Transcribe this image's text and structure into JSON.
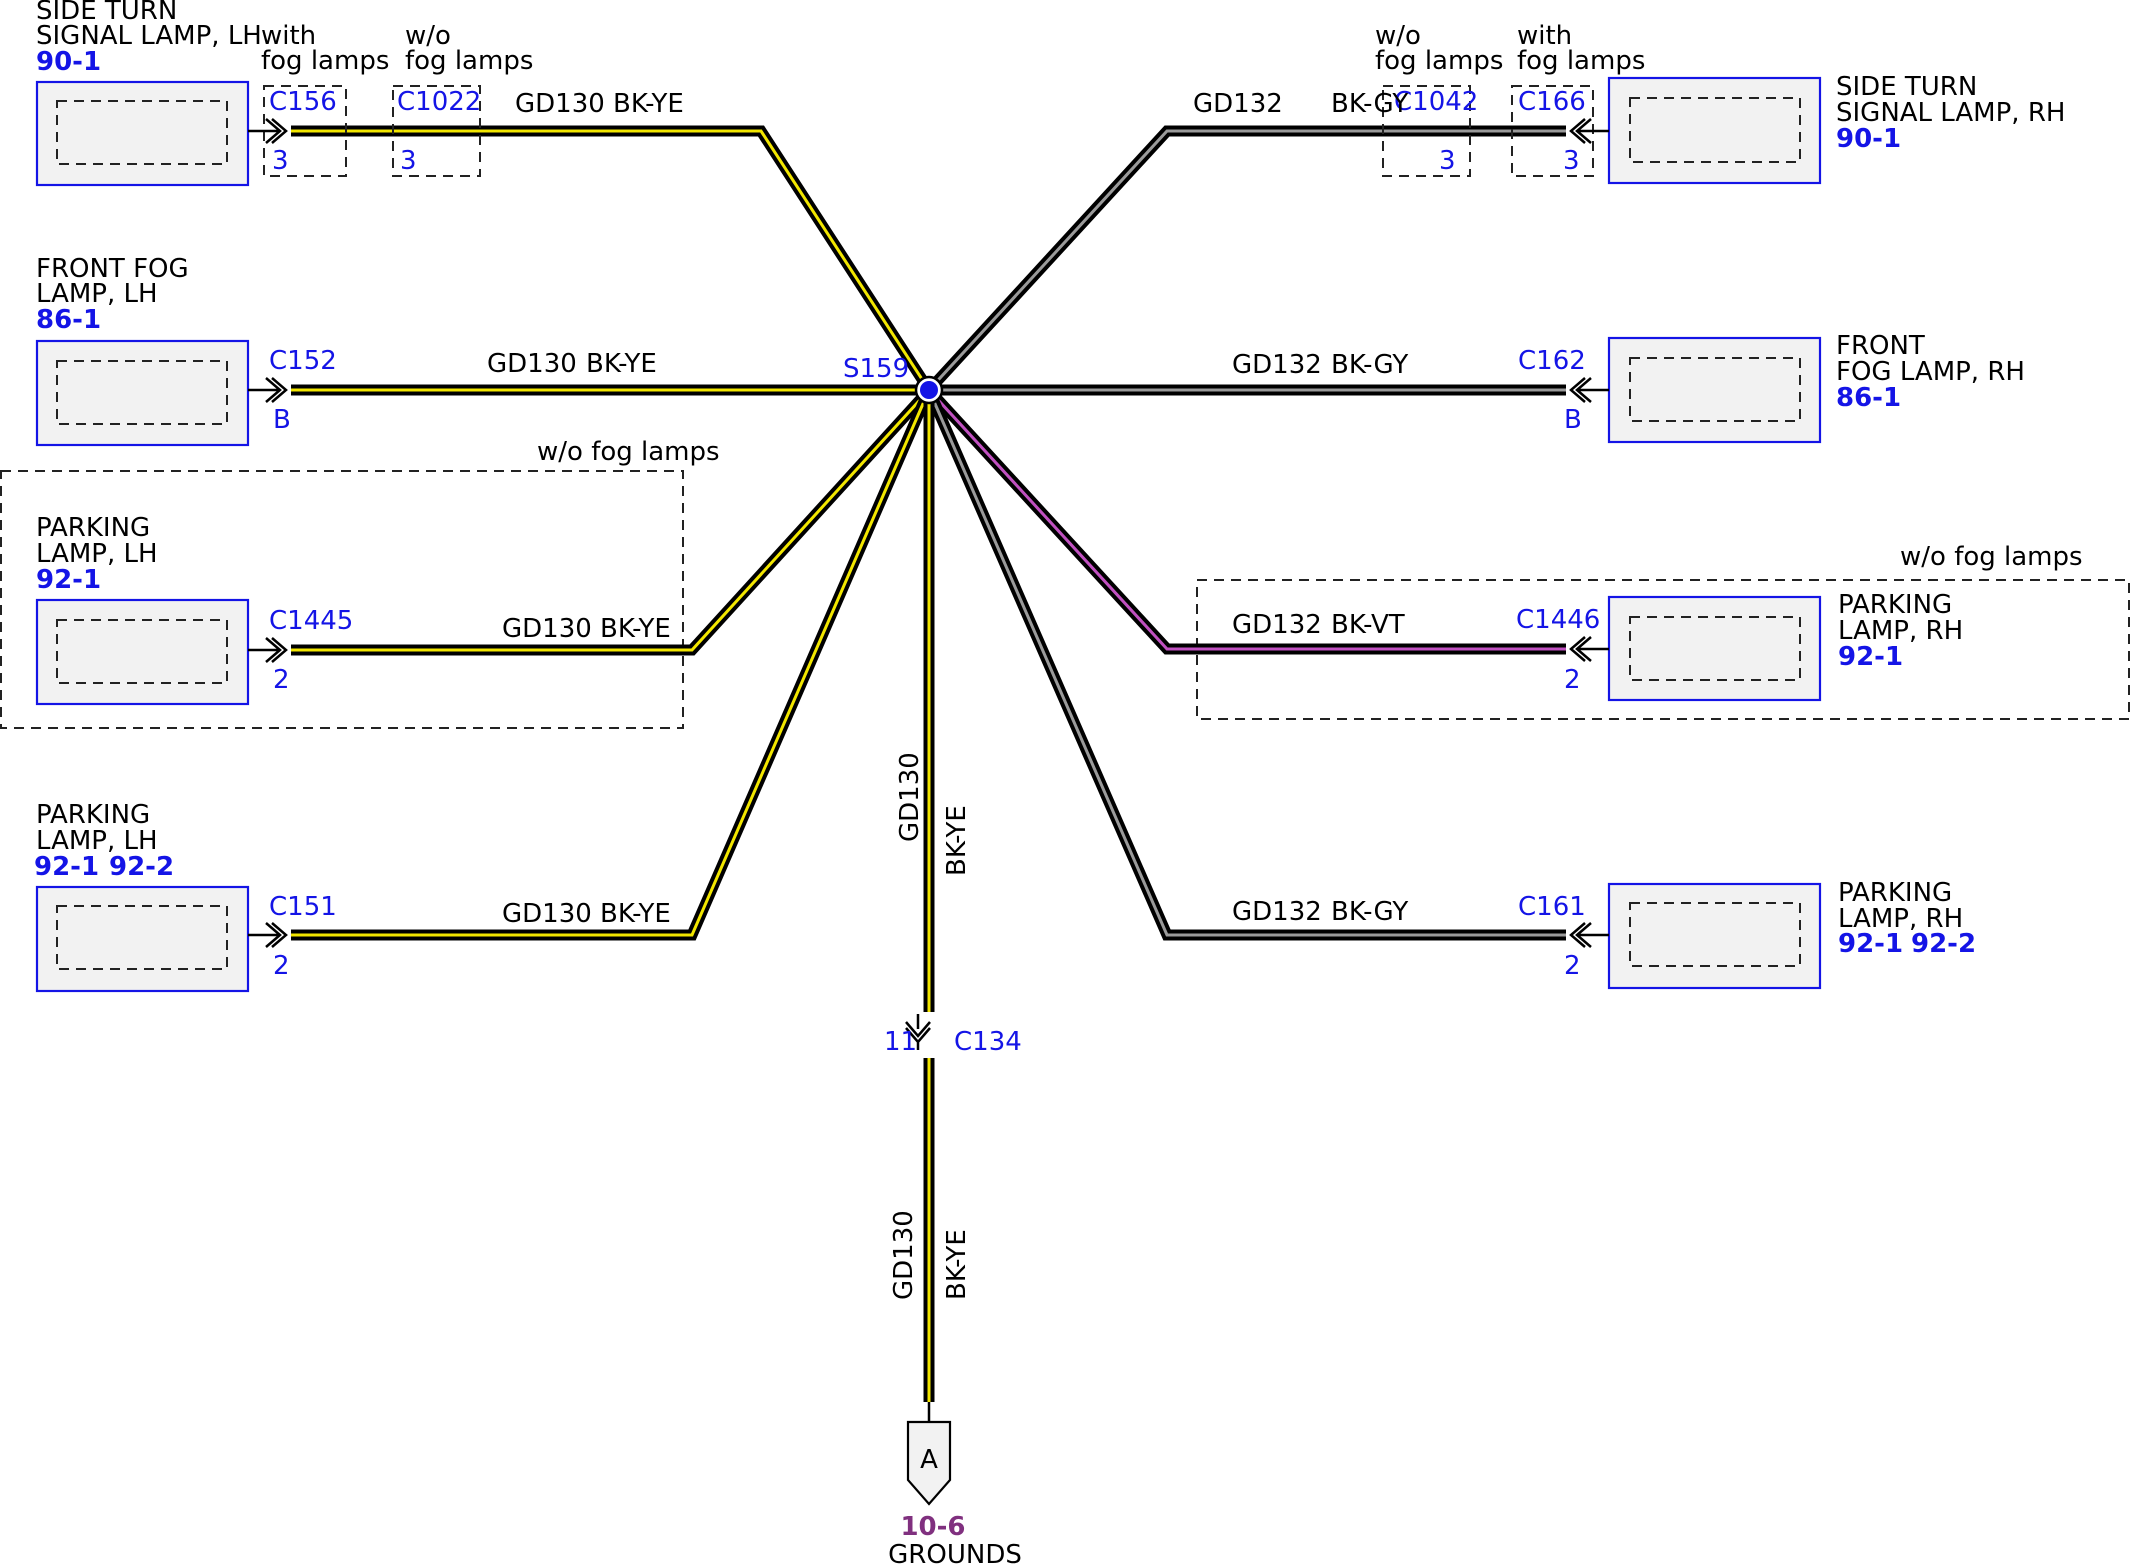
{
  "components": {
    "side_turn_lh": {
      "name_line1": "SIDE TURN",
      "name_line2": "SIGNAL LAMP, LH",
      "ref": "90-1"
    },
    "front_fog_lh": {
      "name_line1": "FRONT FOG",
      "name_line2": "LAMP, LH",
      "ref": "86-1"
    },
    "parking_lh_1": {
      "name_line1": "PARKING",
      "name_line2": "LAMP, LH",
      "ref": "92-1"
    },
    "parking_lh_2": {
      "name_line1": "PARKING",
      "name_line2": "LAMP, LH",
      "ref1": "92-1",
      "ref2": "92-2"
    },
    "side_turn_rh": {
      "name_line1": "SIDE TURN",
      "name_line2": "SIGNAL LAMP, RH",
      "ref": "90-1"
    },
    "front_fog_rh": {
      "name_line1": "FRONT",
      "name_line2": "FOG LAMP, RH",
      "ref": "86-1"
    },
    "parking_rh_1": {
      "name_line1": "PARKING",
      "name_line2": "LAMP, RH",
      "ref": "92-1"
    },
    "parking_rh_2": {
      "name_line1": "PARKING",
      "name_line2": "LAMP, RH",
      "ref1": "92-1",
      "ref2": "92-2"
    }
  },
  "options": {
    "with": "with",
    "wo": "w/o",
    "fog_lamps": "fog lamps",
    "wo_fog_lamps": "w/o fog lamps"
  },
  "connectors": {
    "c156": {
      "id": "C156",
      "pin": "3"
    },
    "c1022": {
      "id": "C1022",
      "pin": "3"
    },
    "c152": {
      "id": "C152",
      "pin": "B"
    },
    "c1445": {
      "id": "C1445",
      "pin": "2"
    },
    "c151": {
      "id": "C151",
      "pin": "2"
    },
    "c1042": {
      "id": "C1042",
      "pin": "3"
    },
    "c166": {
      "id": "C166",
      "pin": "3"
    },
    "c162": {
      "id": "C162",
      "pin": "B"
    },
    "c1446": {
      "id": "C1446",
      "pin": "2"
    },
    "c161": {
      "id": "C161",
      "pin": "2"
    },
    "c134": {
      "id": "C134",
      "pin": "11"
    }
  },
  "splice": {
    "id": "S159"
  },
  "wires": {
    "gd130": "GD130",
    "gd132": "GD132",
    "bk_ye": "BK-YE",
    "bk_gy": "BK-GY",
    "bk_vt": "BK-VT"
  },
  "ground": {
    "letter": "A",
    "ref": "10-6",
    "label": "GROUNDS"
  },
  "colors": {
    "black": "#000000",
    "yellow": "#f2e600",
    "gray": "#9a9a9a",
    "violet": "#c050c0",
    "connector_blue": "#1414e6",
    "ground_purple": "#80307f"
  }
}
